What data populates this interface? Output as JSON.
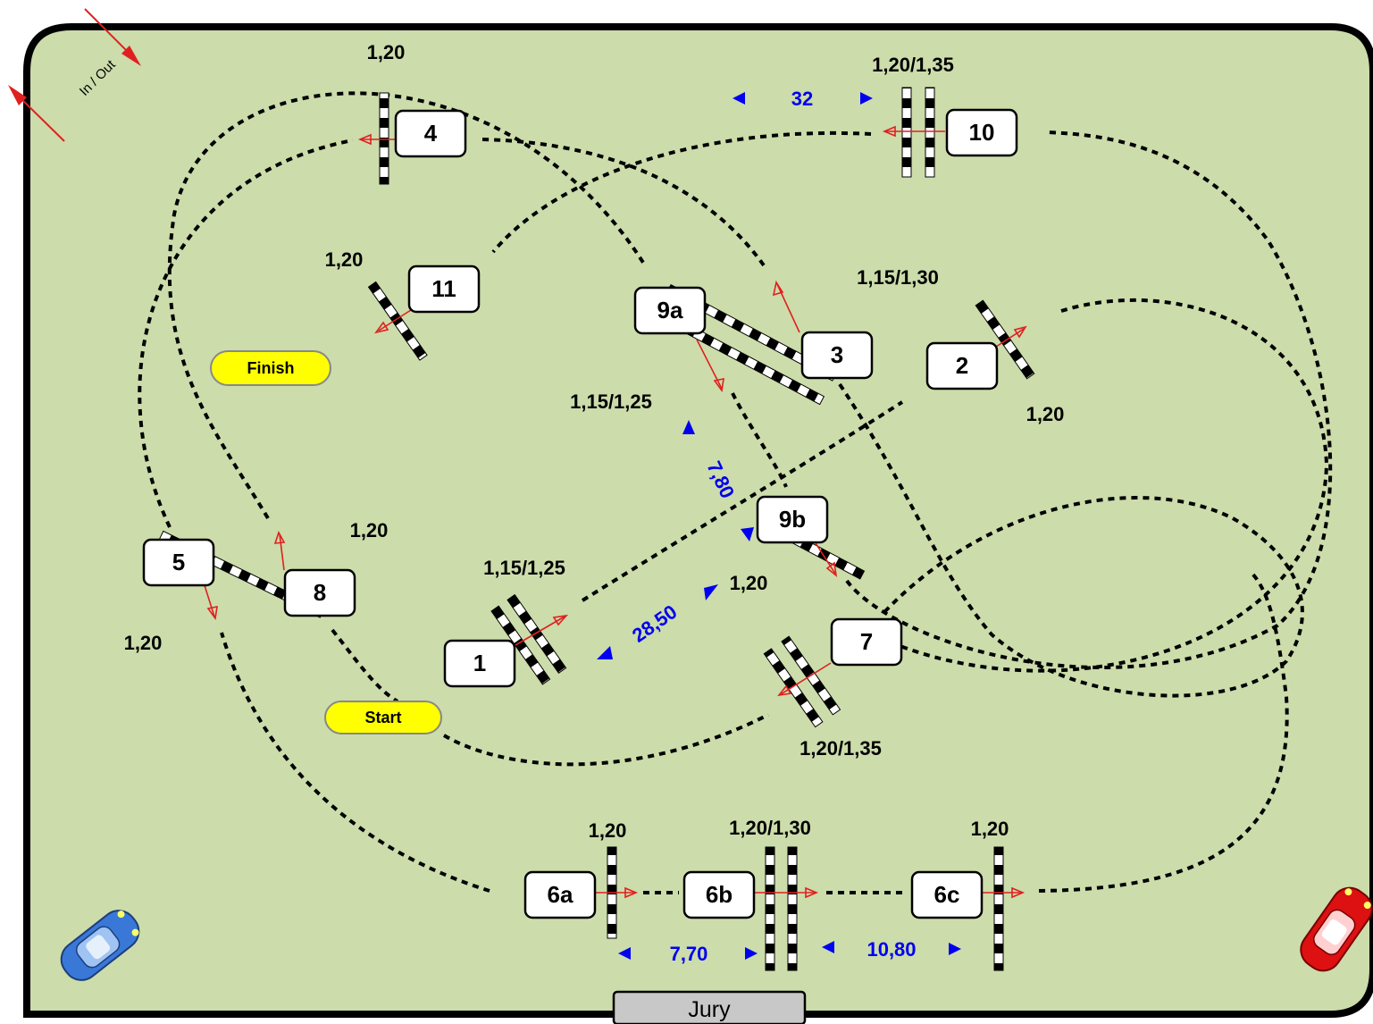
{
  "in_out_label": "In / Out",
  "start_label": "Start",
  "finish_label": "Finish",
  "jury_label": "Jury",
  "obstacles": {
    "o1": "1",
    "o2": "2",
    "o3": "3",
    "o4": "4",
    "o5": "5",
    "o6a": "6a",
    "o6b": "6b",
    "o6c": "6c",
    "o7": "7",
    "o8": "8",
    "o9a": "9a",
    "o9b": "9b",
    "o10": "10",
    "o11": "11"
  },
  "heights": {
    "h4": "1,20",
    "h10": "1,20/1,35",
    "h11": "1,20",
    "h3": "1,15/1,30",
    "h9a": "1,15/1,25",
    "h2": "1,20",
    "h8": "1,20",
    "h5": "1,20",
    "h1": "1,15/1,25",
    "h9b": "1,20",
    "h7": "1,20/1,35",
    "h6a": "1,20",
    "h6b": "1,20/1,30",
    "h6c": "1,20"
  },
  "distances": {
    "d9_10": "32",
    "d9": "7,80",
    "d1_9b": "28,50",
    "d6a_6b": "7,70",
    "d6b_6c": "10,80"
  },
  "colors": {
    "arena": "#ccdcab",
    "border": "#000000",
    "start_finish": "#ffff00",
    "distance_text": "#0000ee",
    "direction_arrow": "#e02020",
    "jury_box": "#c8c8c8"
  }
}
